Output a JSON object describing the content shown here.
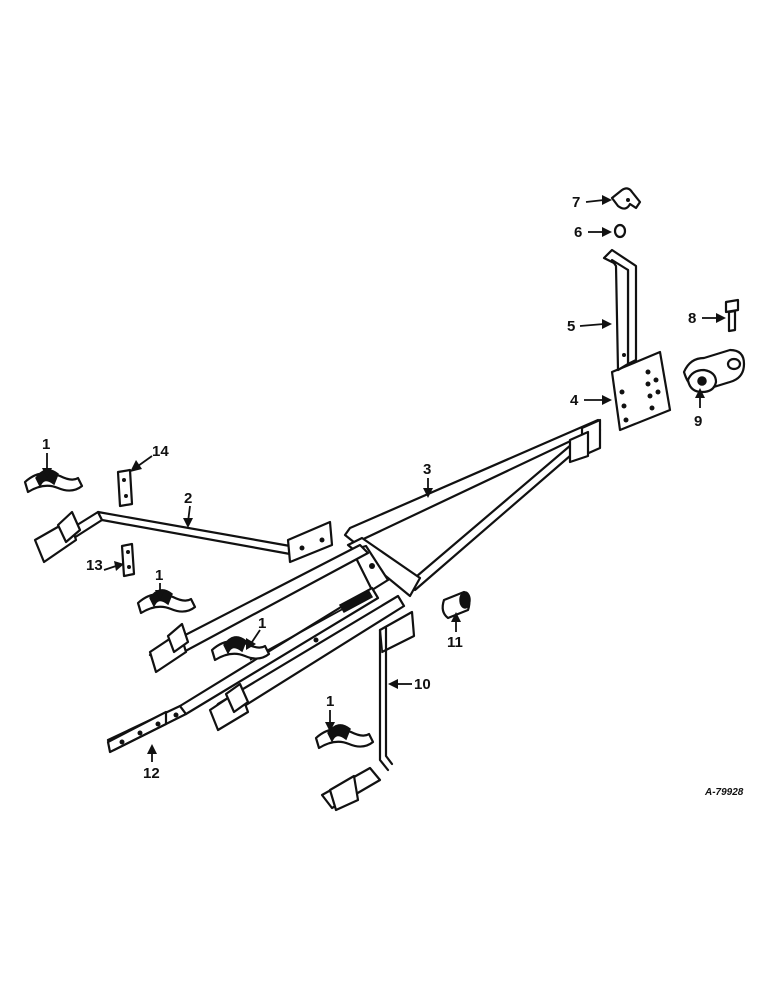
{
  "callouts": [
    {
      "id": "c1a",
      "label": "1"
    },
    {
      "id": "c1b",
      "label": "1"
    },
    {
      "id": "c1c",
      "label": "1"
    },
    {
      "id": "c1d",
      "label": "1"
    },
    {
      "id": "c2",
      "label": "2"
    },
    {
      "id": "c3",
      "label": "3"
    },
    {
      "id": "c4",
      "label": "4"
    },
    {
      "id": "c5",
      "label": "5"
    },
    {
      "id": "c6",
      "label": "6"
    },
    {
      "id": "c7",
      "label": "7"
    },
    {
      "id": "c8",
      "label": "8"
    },
    {
      "id": "c9",
      "label": "9"
    },
    {
      "id": "c10",
      "label": "10"
    },
    {
      "id": "c11",
      "label": "11"
    },
    {
      "id": "c12",
      "label": "12"
    },
    {
      "id": "c13",
      "label": "13"
    },
    {
      "id": "c14",
      "label": "14"
    }
  ],
  "drawing_number": "A-79928"
}
